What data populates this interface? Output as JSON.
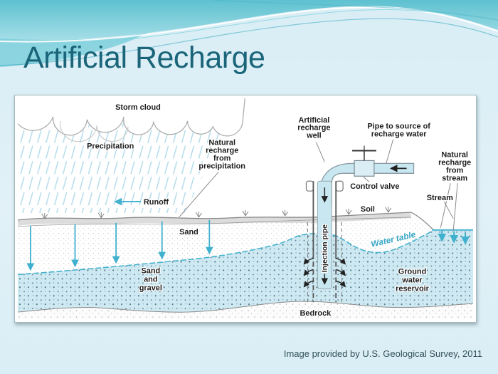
{
  "slide": {
    "title": "Artificial Recharge",
    "caption": "Image provided by U.S. Geological Survey, 2011"
  },
  "colors": {
    "title_text": "#1a6579",
    "header_aqua": "#5ec1d0",
    "slide_background": "#ddeef5",
    "pipe_water": "#c9e7f1",
    "saturated_zone": "#cfe9f2",
    "arrow_cyan": "#3fb0cd",
    "water_table_line": "#45b2cf",
    "diagram_line_gray": "#8a8a8a",
    "caption_text": "#33505a"
  },
  "diagram": {
    "labels": {
      "storm_cloud": "Storm cloud",
      "precipitation": "Precipitation",
      "natural_recharge_precipitation": [
        "Natural",
        "recharge",
        "from",
        "precipitation"
      ],
      "runoff": "Runoff",
      "artificial_recharge_well": [
        "Artificial",
        "recharge",
        "well"
      ],
      "pipe_to_source": [
        "Pipe to source of",
        "recharge water"
      ],
      "control_valve": "Control valve",
      "natural_recharge_stream": [
        "Natural",
        "recharge",
        "from",
        "stream"
      ],
      "stream": "Stream",
      "soil": "Soil",
      "sand": "Sand",
      "injection_pipe": "Injection pipe",
      "water_table": "Water table",
      "sand_and_gravel": [
        "Sand",
        "and",
        "gravel"
      ],
      "ground_water_reservoir": [
        "Ground",
        "water",
        "reservoir"
      ],
      "bedrock": "Bedrock"
    }
  }
}
